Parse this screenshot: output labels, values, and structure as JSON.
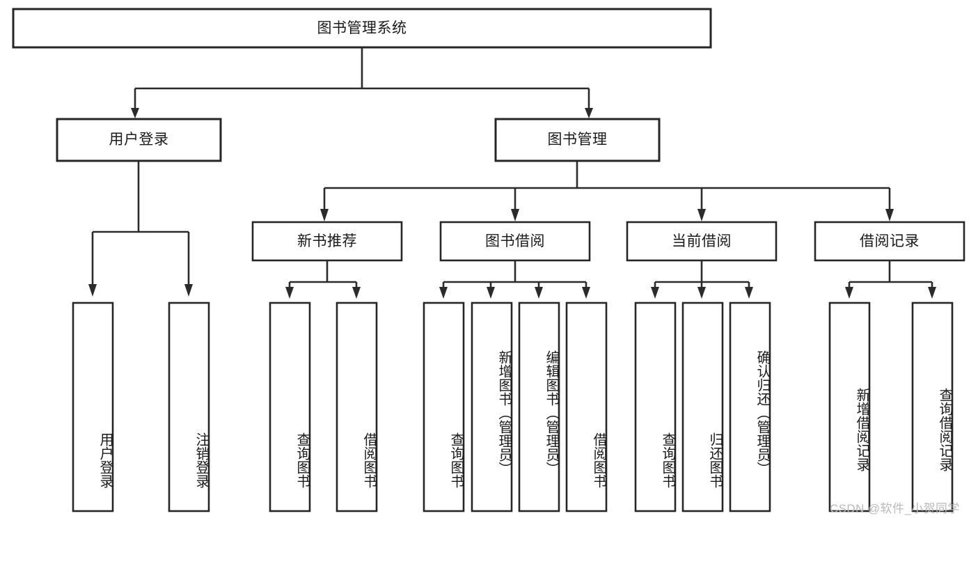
{
  "diagram": {
    "type": "tree-hierarchy",
    "title": "图书管理系统",
    "watermark": "CSDN @软件_小贺同学",
    "colors": {
      "background": "#ffffff",
      "stroke": "#262626",
      "text": "#1a1a1a",
      "watermark": "#b9b9b9"
    },
    "levels": {
      "root": {
        "label": "图书管理系统"
      },
      "level2": [
        {
          "label": "用户登录"
        },
        {
          "label": "图书管理"
        }
      ],
      "level3": [
        {
          "label": "新书推荐"
        },
        {
          "label": "图书借阅"
        },
        {
          "label": "当前借阅"
        },
        {
          "label": "借阅记录"
        }
      ],
      "leaves": {
        "user_login": [
          {
            "label": "用户登录"
          },
          {
            "label": "注销登录"
          }
        ],
        "new_book": [
          {
            "label": "查询图书"
          },
          {
            "label": "借阅图书"
          }
        ],
        "book_borrow": [
          {
            "label": "查询图书"
          },
          {
            "label": "新增图书（管理员）"
          },
          {
            "label": "编辑图书（管理员）"
          },
          {
            "label": "借阅图书"
          }
        ],
        "current_borrow": [
          {
            "label": "查询图书"
          },
          {
            "label": "归还图书"
          },
          {
            "label": "确认归还（管理员）"
          }
        ],
        "borrow_record": [
          {
            "label": "新增借阅记录"
          },
          {
            "label": "查询借阅记录"
          }
        ]
      }
    }
  }
}
